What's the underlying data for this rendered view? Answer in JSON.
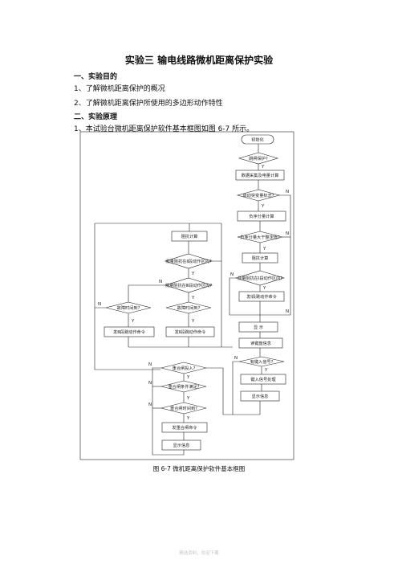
{
  "document": {
    "title": "实验三 输电线路微机距离保护实验",
    "section1": "一、实验目的",
    "item1": "1、了解微机距离保护的概况",
    "item2": "2、了解微机距离保护所使用的多边形动作特性",
    "section2": "二、实验原理",
    "item3": "1、本试验台微机距离保护软件基本框图如图 6-7 所示。",
    "caption": "图 6-7 微机距离保护软件基本框图",
    "footer": "精选资料，欢迎下载"
  },
  "flowchart": {
    "init": "初始化",
    "d_jump": "跳闸保护?",
    "acq": "数据采集及电量计算",
    "d_start": "启动突变量标志?",
    "neg": "负序分量计算",
    "d_neg": "负序分量大于整定值?",
    "imp1": "阻抗计算",
    "d_zone1": "测量阻抗在Ⅰ段动作区内?",
    "trip1": "发Ⅰ段跳动作命令",
    "display": "显 示",
    "readkey": "读键盘信息",
    "d_key": "有键入信号?",
    "keyproc": "键入信号处理",
    "showinfo": "显示信息",
    "imp2": "阻抗计算",
    "d_zone2": "测量阻抗在Ⅱ段动作区内?",
    "d_zone3": "测量阻抗在Ⅲ段动作区内?",
    "d_t3": "故障时间到?",
    "d_t2": "故障时间到?",
    "trip3": "发Ⅲ段跳动作命令",
    "trip2": "发Ⅱ段跳动作命令",
    "d_rec1": "重合闸投入?",
    "d_rec2": "重合闸条件满足?",
    "d_rec3": "重合闸时间到?",
    "reclose": "发重合闸命令",
    "showinfo2": "显示信息",
    "Y": "Y",
    "N": "N"
  }
}
